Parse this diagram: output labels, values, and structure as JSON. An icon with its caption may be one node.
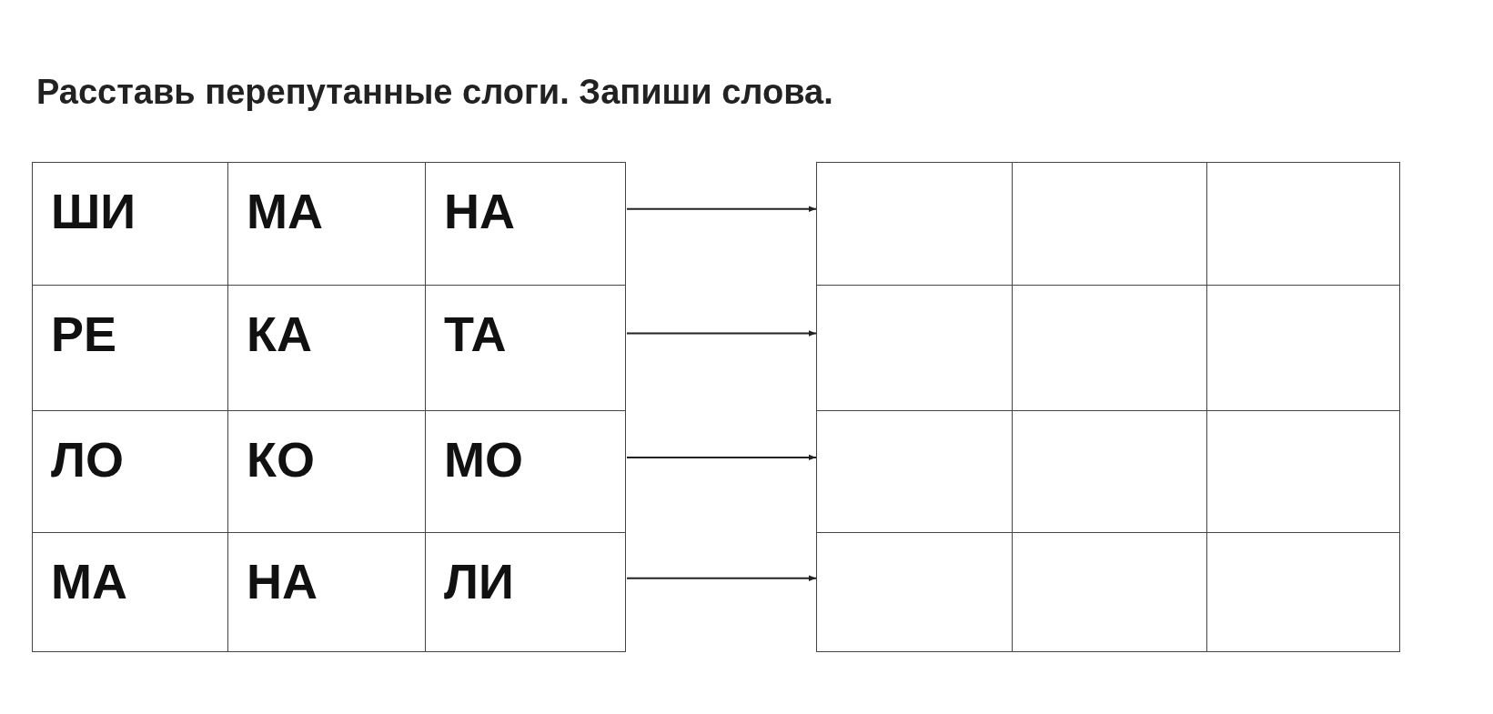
{
  "diagram": {
    "title": "Расставь перепутанные слоги. Запиши слова.",
    "nodes": [
      {
        "text": [
          "ШИ"
        ]
      },
      {
        "text": [
          "МА"
        ]
      },
      {
        "text": [
          "НА"
        ]
      },
      {
        "text": [
          "РЕ"
        ]
      },
      {
        "text": [
          "КА"
        ]
      },
      {
        "text": [
          "ТА"
        ]
      },
      {
        "text": [
          "ЛО"
        ]
      },
      {
        "text": [
          "КО"
        ]
      },
      {
        "text": [
          "МО"
        ]
      },
      {
        "text": [
          "МА"
        ]
      },
      {
        "text": [
          "НА"
        ]
      },
      {
        "text": [
          "ЛИ"
        ]
      },
      {
        "text": [],
        "shape": "box"
      },
      {
        "text": [],
        "shape": "box"
      },
      {
        "text": [],
        "shape": "box"
      },
      {
        "text": [],
        "shape": "box"
      },
      {
        "text": [],
        "shape": "box"
      },
      {
        "text": [],
        "shape": "box"
      },
      {
        "text": [],
        "shape": "box"
      },
      {
        "text": [],
        "shape": "box"
      },
      {
        "text": [],
        "shape": "box"
      },
      {
        "text": [],
        "shape": "box"
      },
      {
        "text": [],
        "shape": "box"
      },
      {
        "text": [],
        "shape": "box"
      }
    ],
    "edges": [
      {
        "from": 2,
        "to": 12,
        "arrow": "to"
      },
      {
        "from": 5,
        "to": 15,
        "arrow": "to"
      },
      {
        "from": 8,
        "to": 18,
        "arrow": "to"
      },
      {
        "from": 11,
        "to": 21,
        "arrow": "to"
      }
    ]
  }
}
